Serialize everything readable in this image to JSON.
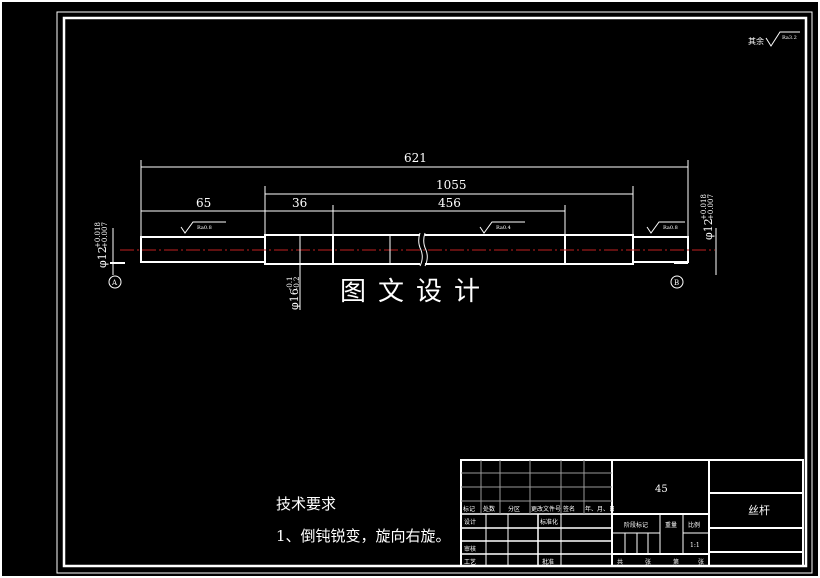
{
  "drawing": {
    "watermark": "图文设计",
    "part_name": "丝杆",
    "material": "45",
    "scale": "1:1",
    "general_roughness_label": "其余",
    "general_roughness": "Ra3.2",
    "roughness": [
      "Ra0.8",
      "Ra0.4",
      "Ra0.8"
    ],
    "dimensions": {
      "overall": "621",
      "middle": "1055",
      "left_section": "65",
      "boss": "36",
      "thread": "456"
    },
    "diameters": {
      "left": {
        "base": "φ12",
        "upper": "+0.018",
        "lower": "+0.007"
      },
      "right": {
        "base": "φ12",
        "upper": "+0.018",
        "lower": "+0.007"
      },
      "boss": {
        "base": "φ16",
        "upper": "-0.1",
        "lower": "-0.2"
      }
    },
    "datums": [
      "A",
      "B"
    ],
    "tech_requirements": {
      "title": "技术要求",
      "items": [
        "1、倒钝锐变，旋向右旋。"
      ]
    },
    "title_block": {
      "header_row": [
        "标记",
        "处数",
        "分区",
        "更改文件号",
        "签名",
        "年、月、日"
      ],
      "design": "设计",
      "standardization": "标准化",
      "review": "审核",
      "process": "工艺",
      "approve": "批准",
      "stage_mark": "阶段标记",
      "weight": "重量",
      "ratio": "比例",
      "sheets": [
        "共",
        "张",
        "第",
        "张"
      ]
    }
  }
}
